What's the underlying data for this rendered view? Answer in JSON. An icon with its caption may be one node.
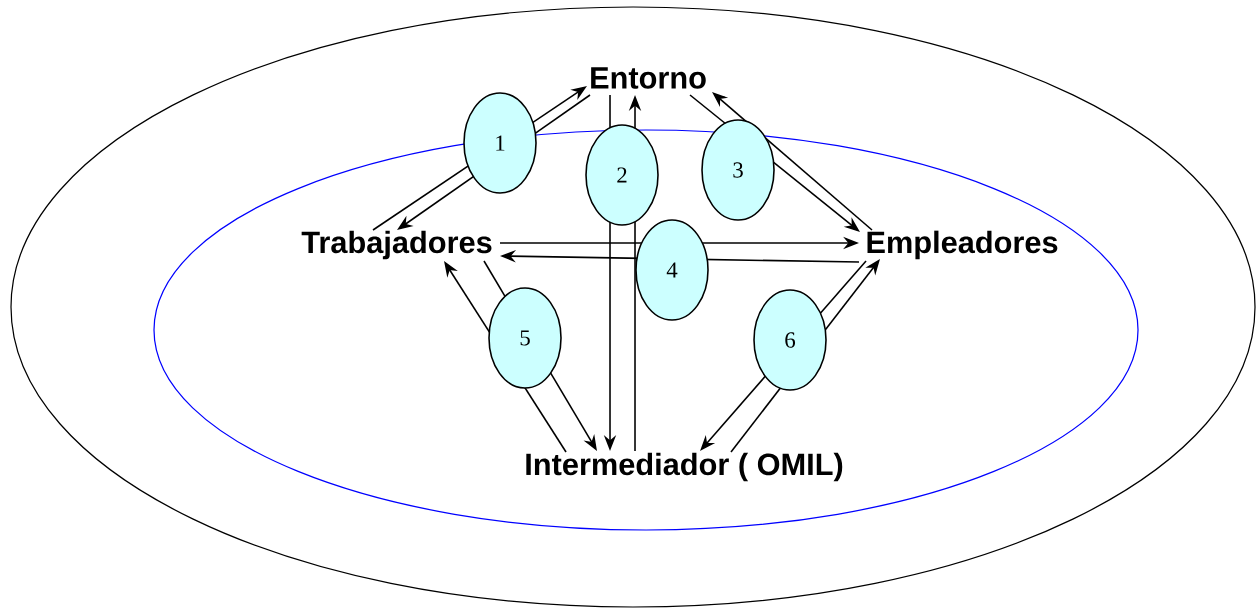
{
  "diagram": {
    "nodes": [
      {
        "text": [],
        "shape": "ellipse"
      },
      {
        "text": [],
        "shape": "ellipse",
        "in": 0
      },
      {
        "text": [
          "Entorno"
        ],
        "in": 0
      },
      {
        "text": [
          "1"
        ],
        "in": 0
      },
      {
        "text": [
          "2"
        ],
        "in": 1
      },
      {
        "text": [
          "3"
        ],
        "in": 0
      },
      {
        "text": [
          "Trabajadores"
        ],
        "in": 1
      },
      {
        "text": [
          "4"
        ],
        "in": 1
      },
      {
        "text": [
          "Empleadores"
        ],
        "in": 1
      },
      {
        "text": [
          "5"
        ],
        "in": 1
      },
      {
        "text": [
          "6"
        ],
        "in": 1
      },
      {
        "text": [
          "Intermediador ( OMIL)"
        ],
        "in": 1
      }
    ],
    "edges": [
      {
        "from": 6,
        "to": 3,
        "arrow": "none"
      },
      {
        "from": 3,
        "to": 2,
        "arrow": "to"
      },
      {
        "from": 2,
        "to": 3,
        "arrow": "none"
      },
      {
        "from": 3,
        "to": 6,
        "arrow": "to"
      },
      {
        "from": 2,
        "to": 4,
        "arrow": "none"
      },
      {
        "from": 4,
        "to": 11,
        "arrow": "to"
      },
      {
        "from": 11,
        "to": 4,
        "arrow": "none"
      },
      {
        "from": 4,
        "to": 2,
        "arrow": "to"
      },
      {
        "from": 2,
        "to": 5,
        "arrow": "none"
      },
      {
        "from": 5,
        "to": 8,
        "arrow": "to"
      },
      {
        "from": 8,
        "to": 5,
        "arrow": "none"
      },
      {
        "from": 5,
        "to": 2,
        "arrow": "to"
      },
      {
        "from": 6,
        "to": 7,
        "arrow": "none"
      },
      {
        "from": 7,
        "to": 8,
        "arrow": "to"
      },
      {
        "from": 8,
        "to": 7,
        "arrow": "none"
      },
      {
        "from": 7,
        "to": 6,
        "arrow": "to"
      },
      {
        "from": 11,
        "to": 9,
        "arrow": "none"
      },
      {
        "from": 9,
        "to": 6,
        "arrow": "to"
      },
      {
        "from": 6,
        "to": 9,
        "arrow": "none"
      },
      {
        "from": 9,
        "to": 11,
        "arrow": "to"
      },
      {
        "from": 11,
        "to": 10,
        "arrow": "none"
      },
      {
        "from": 10,
        "to": 8,
        "arrow": "to"
      },
      {
        "from": 8,
        "to": 10,
        "arrow": "none"
      },
      {
        "from": 10,
        "to": 11,
        "arrow": "to"
      }
    ]
  }
}
